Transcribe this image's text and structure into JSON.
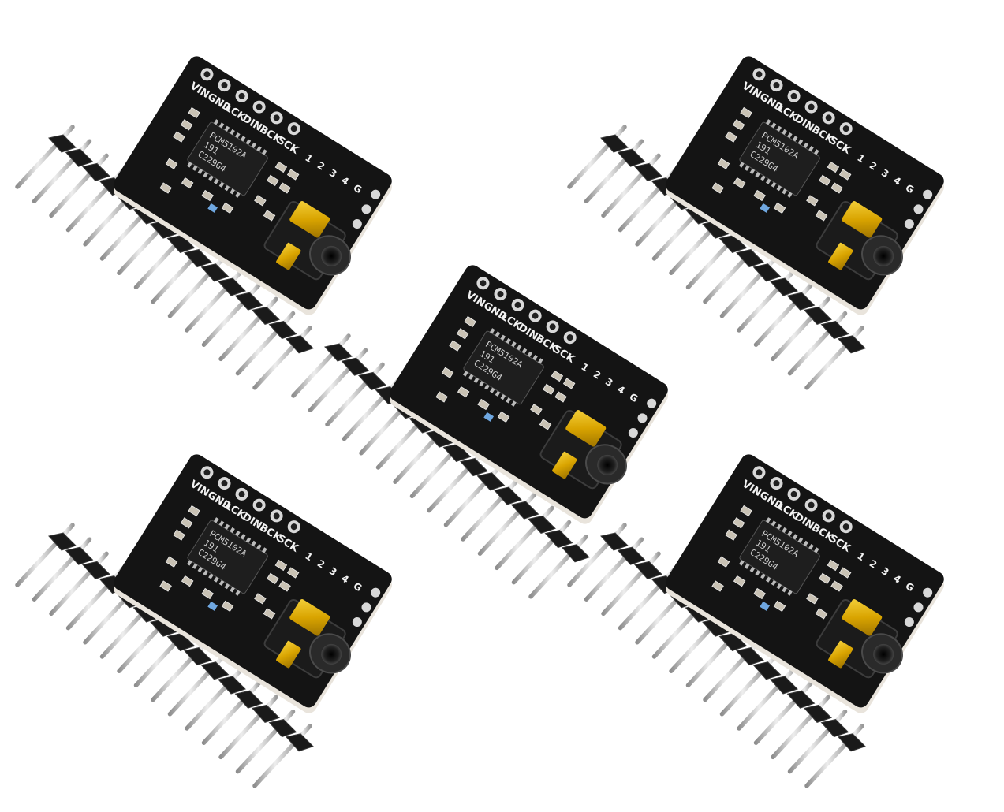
{
  "scene": {
    "background": "#ffffff",
    "board_color": "#141414",
    "board_edge_color": "#e9e4dc",
    "jack_gold_color": "#d9a400",
    "pin_color": "#c9c9c9",
    "header_plastic_color": "#1a1a1a"
  },
  "modules": [
    {
      "id": "module-top-left",
      "pin_labels": [
        "VIN",
        "GND",
        "LCK",
        "DIN",
        "BCK",
        "SCK"
      ],
      "side_labels": [
        "1",
        "2",
        "3",
        "4",
        "G"
      ],
      "chip_lines": [
        "PCM5102A",
        "191",
        "C229G4"
      ]
    },
    {
      "id": "module-top-right",
      "pin_labels": [
        "VIN",
        "GND",
        "LCK",
        "DIN",
        "BCK",
        "SCK"
      ],
      "side_labels": [
        "1",
        "2",
        "3",
        "4",
        "G"
      ],
      "chip_lines": [
        "PCM5102A",
        "191",
        "C229G4"
      ]
    },
    {
      "id": "module-center",
      "pin_labels": [
        "VIN",
        "GND",
        "LCK",
        "DIN",
        "BCK",
        "SCK"
      ],
      "side_labels": [
        "1",
        "2",
        "3",
        "4",
        "G"
      ],
      "chip_lines": [
        "PCM5102A",
        "191",
        "C229G4"
      ]
    },
    {
      "id": "module-bottom-left",
      "pin_labels": [
        "VIN",
        "GND",
        "LCK",
        "DIN",
        "BCK",
        "SCK"
      ],
      "side_labels": [
        "1",
        "2",
        "3",
        "4",
        "G"
      ],
      "chip_lines": [
        "PCM5102A",
        "191",
        "C229G4"
      ]
    },
    {
      "id": "module-bottom-right",
      "pin_labels": [
        "VIN",
        "GND",
        "LCK",
        "DIN",
        "BCK",
        "SCK"
      ],
      "side_labels": [
        "1",
        "2",
        "3",
        "4",
        "G"
      ],
      "chip_lines": [
        "PCM5102A",
        "191",
        "C229G4"
      ]
    }
  ],
  "pin_header": {
    "pin_count": 15
  }
}
